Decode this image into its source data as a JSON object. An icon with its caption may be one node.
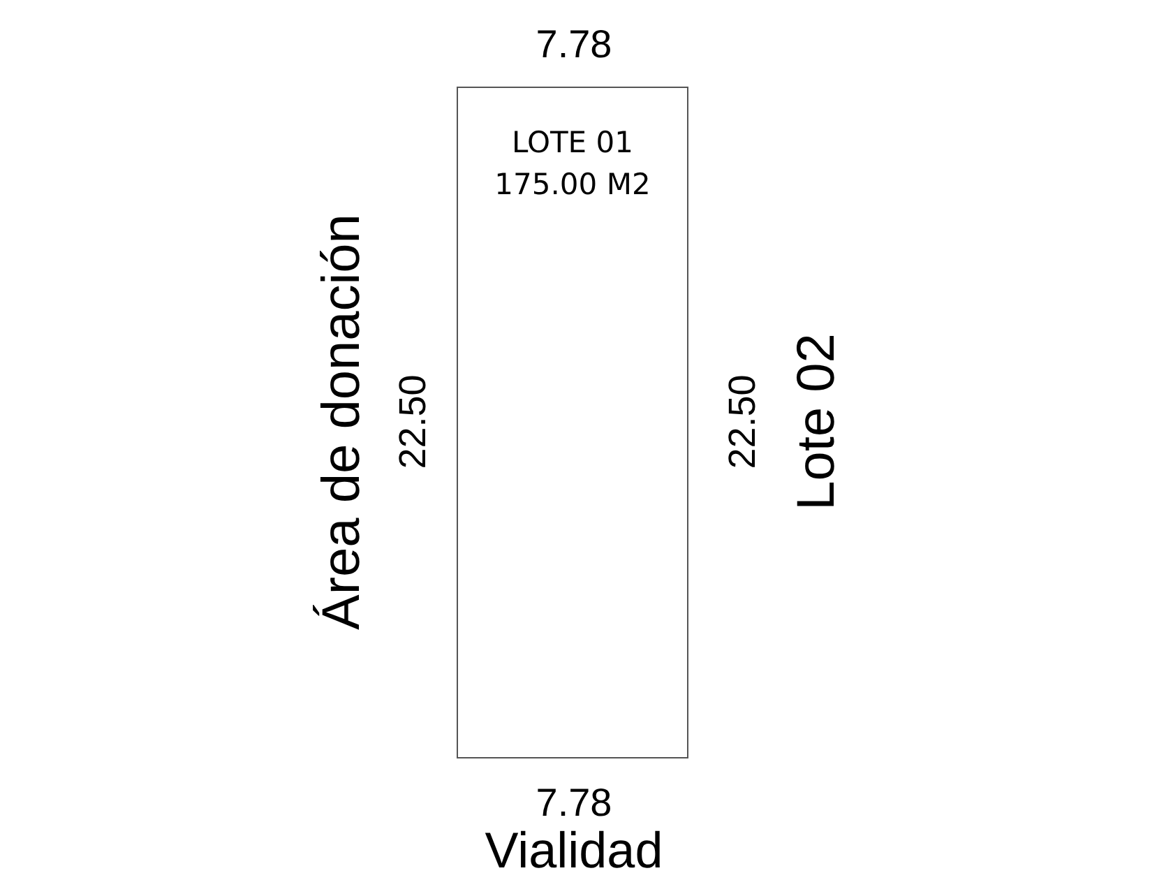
{
  "diagram": {
    "nodes": [
      {
        "text": [
          "LOTE 01",
          "175.00 M2"
        ]
      }
    ],
    "labels": [
      "7.78",
      "Área de donación",
      "22.50",
      "22.50",
      "Lote 02",
      "7.78",
      "Vialidad"
    ]
  }
}
